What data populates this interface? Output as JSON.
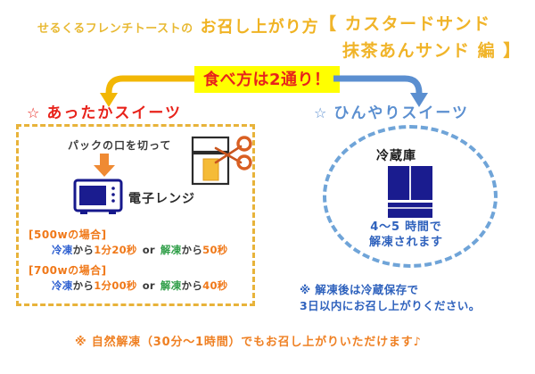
{
  "header": {
    "brand": "せるくるフレンチトーストの",
    "main_title": "お召し上がり方",
    "bracket_line1": "【 カスタードサンド",
    "bracket_line2": "抹茶あんサンド 編 】",
    "color_gold": "#f0b429"
  },
  "banner": {
    "text": "食べ方は2通り！",
    "text_color": "#e8231b",
    "highlight_color": "#ffff00"
  },
  "arrows": {
    "left_color": "#f2b705",
    "right_color": "#5b8fd0"
  },
  "warm_section": {
    "star": "☆",
    "heading": "あったかスイーツ",
    "heading_color": "#e8231b",
    "border_color": "#e8b33a",
    "pack_instruction": "パックの口を切って",
    "microwave_label": "電子レンジ",
    "power_levels": [
      {
        "heading": "[500wの場合]",
        "frozen_label": "冷凍",
        "from": "から",
        "frozen_time": "1分20秒",
        "or": "or",
        "thawed_label": "解凍",
        "thawed_time": "50秒"
      },
      {
        "heading": "[700wの場合]",
        "frozen_label": "冷凍",
        "from": "から",
        "frozen_time": "1分00秒",
        "or": "or",
        "thawed_label": "解凍",
        "thawed_time": "40秒"
      }
    ]
  },
  "cool_section": {
    "star": "☆",
    "heading": "ひんやりスイーツ",
    "heading_color": "#5b8fd0",
    "circle_color": "#6fa4d8",
    "fridge_label": "冷蔵庫",
    "thaw_line1": "4〜5 時間で",
    "thaw_line2": "解凍されます",
    "storage_line1": "※ 解凍後は冷蔵保存で",
    "storage_line2": "3日以内にお召し上がりください。"
  },
  "footer": {
    "note": "※ 自然解凍（30分〜1時間）でもお召し上がりいただけます♪",
    "color": "#ef8023"
  }
}
